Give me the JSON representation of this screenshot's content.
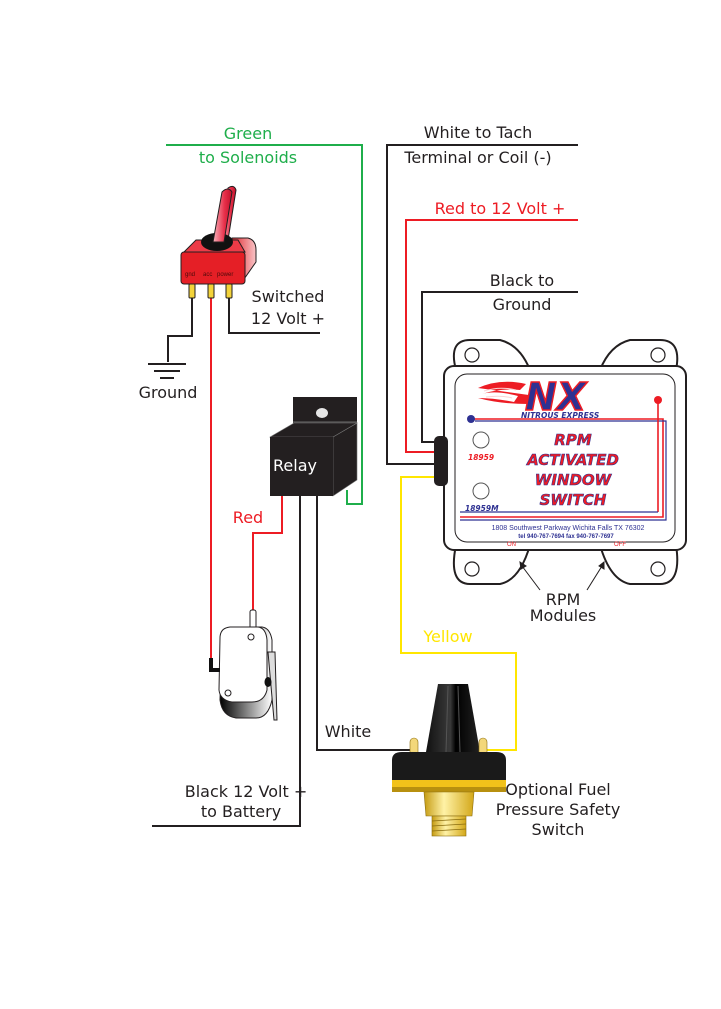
{
  "labels": {
    "green_line1": "Green",
    "green_line2": "to Solenoids",
    "white_tach_line1": "White to Tach",
    "white_tach_line2": "Terminal or Coil (-)",
    "red_12v": "Red to 12 Volt +",
    "black_ground_line1": "Black to",
    "black_ground_line2": "Ground",
    "switched_line1": "Switched",
    "switched_line2": "12 Volt +",
    "ground": "Ground",
    "relay": "Relay",
    "red": "Red",
    "yellow": "Yellow",
    "white": "White",
    "battery_line1": "Black 12 Volt +",
    "battery_line2": "to Battery",
    "fuel_line1": "Optional Fuel",
    "fuel_line2": "Pressure Safety",
    "fuel_line3": "Switch",
    "rpm_modules_line1": "RPM",
    "rpm_modules_line2": "Modules"
  },
  "toggle_switch": {
    "pin_labels": [
      "gnd",
      "acc",
      "power"
    ]
  },
  "module": {
    "brand": "NX",
    "brand_sub": "NITROUS EXPRESS",
    "title_lines": [
      "RPM",
      "ACTIVATED",
      "WINDOW",
      "SWITCH"
    ],
    "part_on": "18959",
    "part_off": "18959M",
    "address": "1808 Southwest Parkway Wichita Falls TX 76302",
    "phone": "tel 940-767-7694 fax 940-767-7697",
    "on_label": "ON",
    "off_label": "OFF"
  },
  "colors": {
    "green": "#1fae4b",
    "red": "#ed1c24",
    "yellow": "#ffe600",
    "black": "#231f20",
    "nx_blue": "#2e3192",
    "nx_red": "#ed1c24"
  }
}
